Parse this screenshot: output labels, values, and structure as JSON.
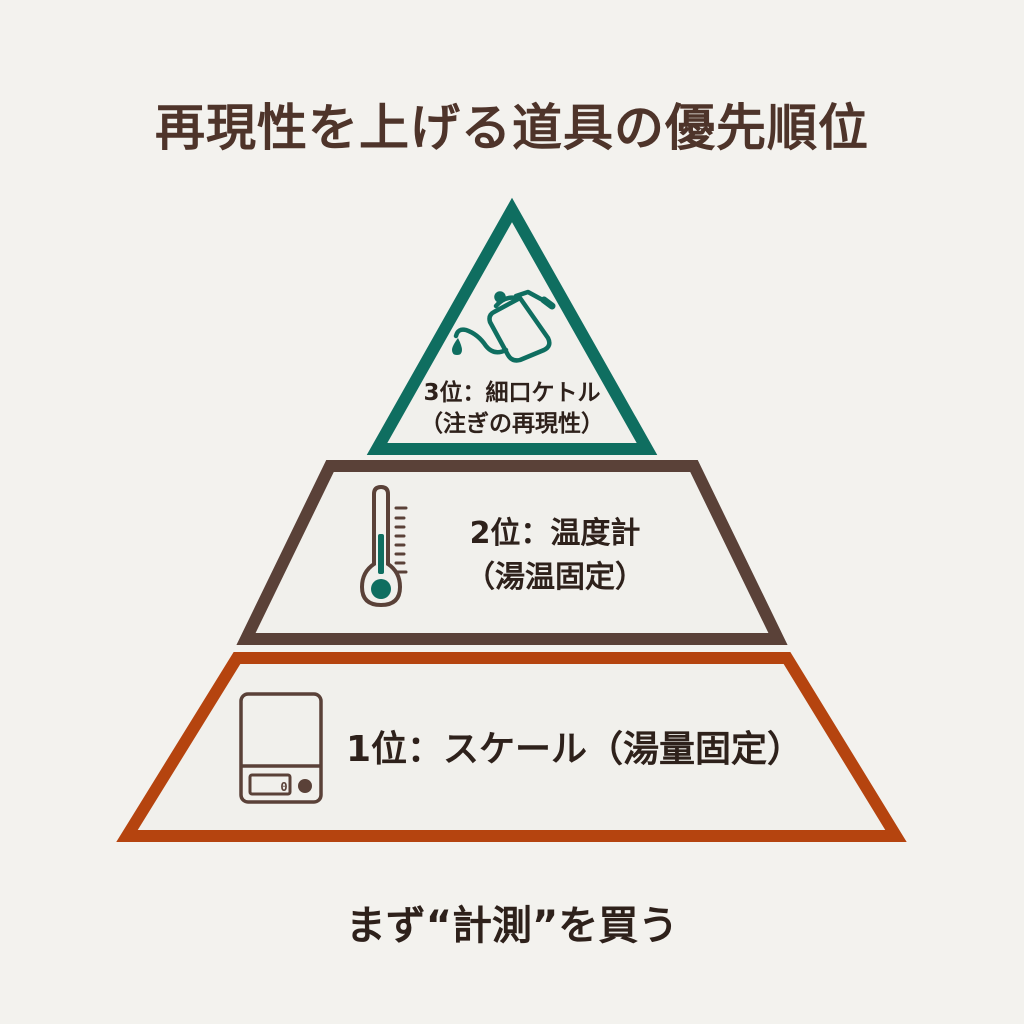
{
  "title": "再現性を上げる道具の優先順位",
  "colors": {
    "background": "#f3f2ee",
    "tier_fill": "#f1f0ec",
    "tier3_stroke": "#0f6e60",
    "tier2_stroke": "#5a4138",
    "tier1_stroke": "#b5440f",
    "icon_accent": "#0f6e60",
    "icon_dark": "#5a4138",
    "text": "#2e211b"
  },
  "pyramid": {
    "tiers": [
      {
        "rank": 3,
        "line1": "3位：細口ケトル",
        "line2": "（注ぎの再現性）",
        "icon": "gooseneck-kettle-icon"
      },
      {
        "rank": 2,
        "line1": "2位：温度計",
        "line2": "（湯温固定）",
        "icon": "thermometer-icon"
      },
      {
        "rank": 1,
        "line1": "1位：スケール（湯量固定）",
        "icon": "kitchen-scale-icon",
        "scale_display": "0"
      }
    ]
  },
  "footer": "まず“計測”を買う"
}
